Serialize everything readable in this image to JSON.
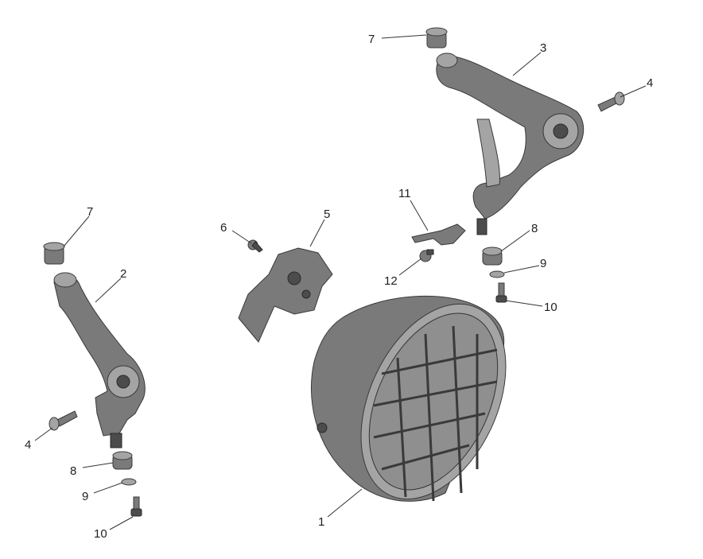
{
  "callouts": [
    {
      "part": "7",
      "label": "7"
    },
    {
      "part": "3",
      "label": "3"
    },
    {
      "part": "4",
      "label": "4"
    },
    {
      "part": "11",
      "label": "11"
    },
    {
      "part": "5",
      "label": "5"
    },
    {
      "part": "6",
      "label": "6"
    },
    {
      "part": "7",
      "label": "7"
    },
    {
      "part": "2",
      "label": "2"
    },
    {
      "part": "8",
      "label": "8"
    },
    {
      "part": "9",
      "label": "9"
    },
    {
      "part": "12",
      "label": "12"
    },
    {
      "part": "10",
      "label": "10"
    },
    {
      "part": "4",
      "label": "4"
    },
    {
      "part": "8",
      "label": "8"
    },
    {
      "part": "9",
      "label": "9"
    },
    {
      "part": "1",
      "label": "1"
    },
    {
      "part": "10",
      "label": "10"
    }
  ]
}
